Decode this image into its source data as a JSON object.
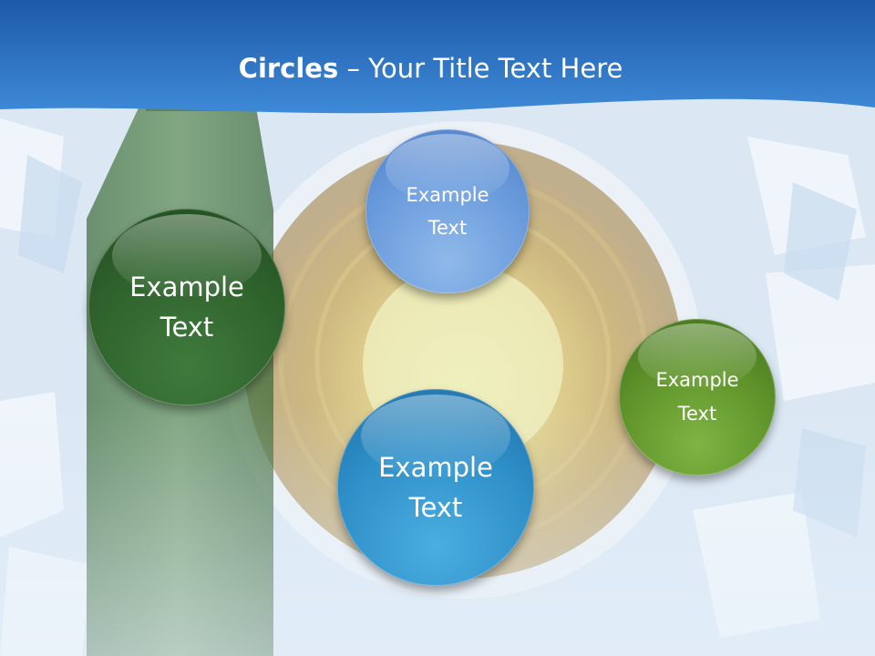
{
  "slide": {
    "title_bold": "Circles",
    "title_rest": " – Your Title Text Here"
  },
  "circles": [
    {
      "id": "dark-green",
      "text": "Example\nText",
      "color": "#2f632d"
    },
    {
      "id": "light-blue",
      "text": "Example\nText",
      "color": "#6a9bdc"
    },
    {
      "id": "olive-green",
      "text": "Example\nText",
      "color": "#5e922a"
    },
    {
      "id": "sky-blue",
      "text": "Example\nText",
      "color": "#2f8fc8"
    }
  ],
  "colors": {
    "header_top": "#1f5fae",
    "header_bottom": "#3b86d6",
    "background": "#dde9f5"
  }
}
